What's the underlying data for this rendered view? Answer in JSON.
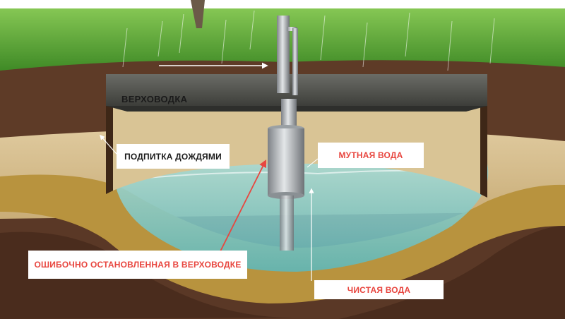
{
  "labels": {
    "perched_water": "ВЕРХОВОДКА",
    "rain_recharge": "ПОДПИТКА ДОЖДЯМИ",
    "turbid_water": "МУТНАЯ ВОДА",
    "mistakenly_stopped": "ОШИБОЧНО ОСТАНОВЛЕННАЯ В ВЕРХОВОДКЕ",
    "clean_water": "ЧИСТАЯ ВОДА"
  },
  "colors": {
    "accent_red": "#e8463f",
    "label_dark": "#1a1a1a",
    "grass": "#5fa63a",
    "topsoil": "#5a3826",
    "sand": "#d6bf8f",
    "aquifer_water": "#8fd3d0",
    "pipe_metal": "#b8bcc0"
  },
  "icons": {
    "tree": "tree-trunk-icon",
    "rain": "rain-streaks-icon",
    "flow_arrow": "arrow-right-icon"
  }
}
